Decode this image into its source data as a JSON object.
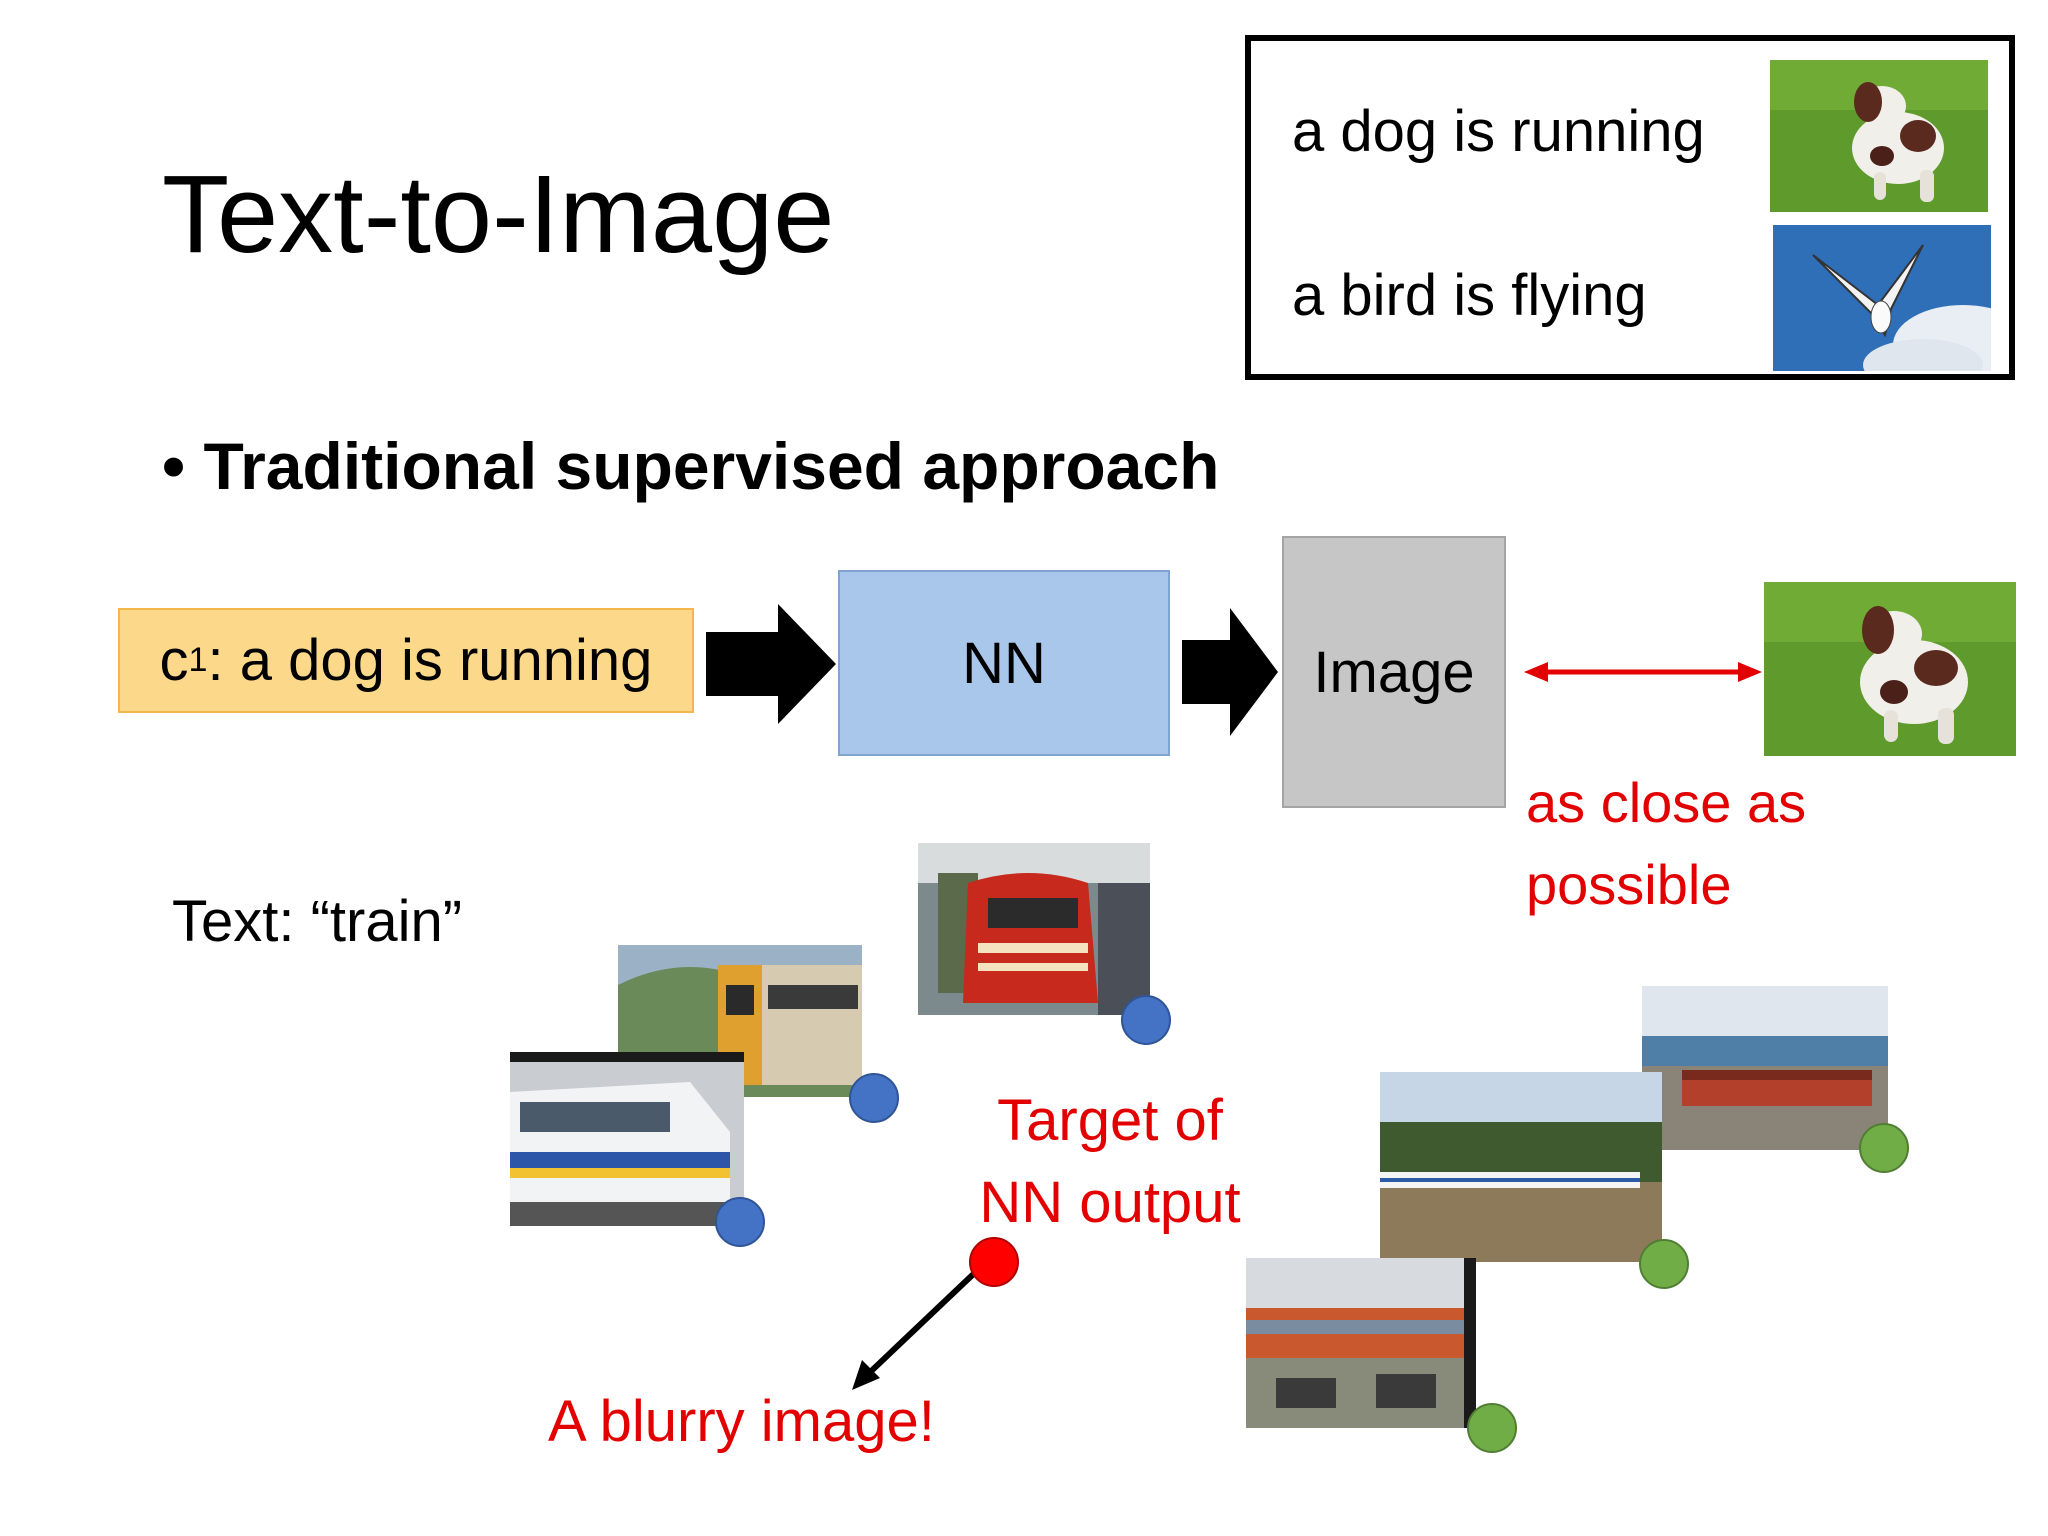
{
  "title": "Text-to-Image",
  "examples": [
    {
      "text": "a dog is running",
      "image": "dog-running"
    },
    {
      "text": "a bird is flying",
      "image": "bird-flying"
    }
  ],
  "bullet": "Traditional supervised approach",
  "pipeline": {
    "input_prefix": "c",
    "input_sup": "1",
    "input_text": ": a dog is running",
    "nn_label": "NN",
    "output_label": "Image",
    "compare_label_1": "as close as",
    "compare_label_2": "possible"
  },
  "text_query": "Text: “train”",
  "target_label_1": "Target of",
  "target_label_2": "NN output",
  "blurry_label": "A blurry image!",
  "colors": {
    "input_fill": "#fcd98a",
    "nn_fill": "#a9c7ea",
    "image_fill": "#c6c6c6",
    "accent_red": "#e30000",
    "blue_dot": "#4472c4",
    "green_dot": "#70ad47",
    "red_dot": "#ff0000"
  }
}
